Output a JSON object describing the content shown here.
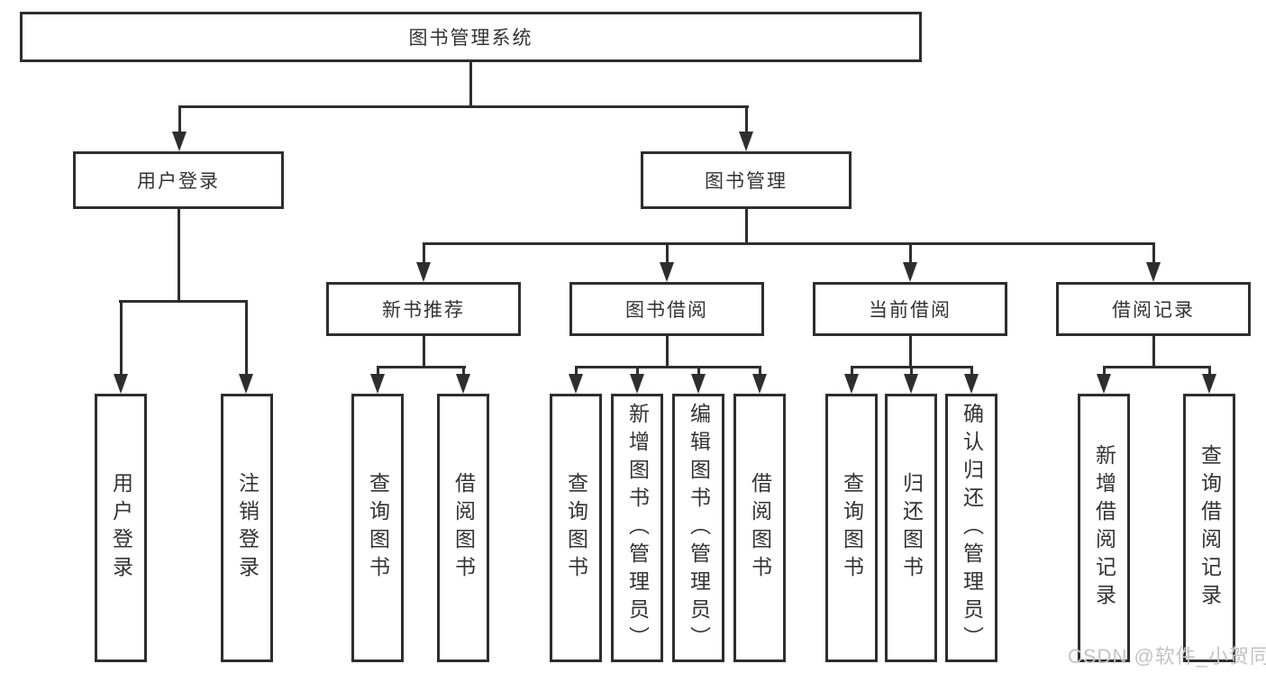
{
  "diagram": {
    "root": "图书管理系统",
    "branches": {
      "user_login": {
        "label": "用户登录",
        "children": [
          "用户登录",
          "注销登录"
        ]
      },
      "book_mgmt": {
        "label": "图书管理",
        "children": [
          {
            "label": "新书推荐",
            "children": [
              "查询图书",
              "借阅图书"
            ]
          },
          {
            "label": "图书借阅",
            "children": [
              "查询图书",
              "新增图书（管理员）",
              "编辑图书（管理员）",
              "借阅图书"
            ]
          },
          {
            "label": "当前借阅",
            "children": [
              "查询图书",
              "归还图书",
              "确认归还（管理员）"
            ]
          },
          {
            "label": "借阅记录",
            "children": [
              "新增借阅记录",
              "查询借阅记录"
            ]
          }
        ]
      }
    },
    "line_color": "#2e2e2e"
  },
  "watermark": "CSDN @软件_小贺同学"
}
